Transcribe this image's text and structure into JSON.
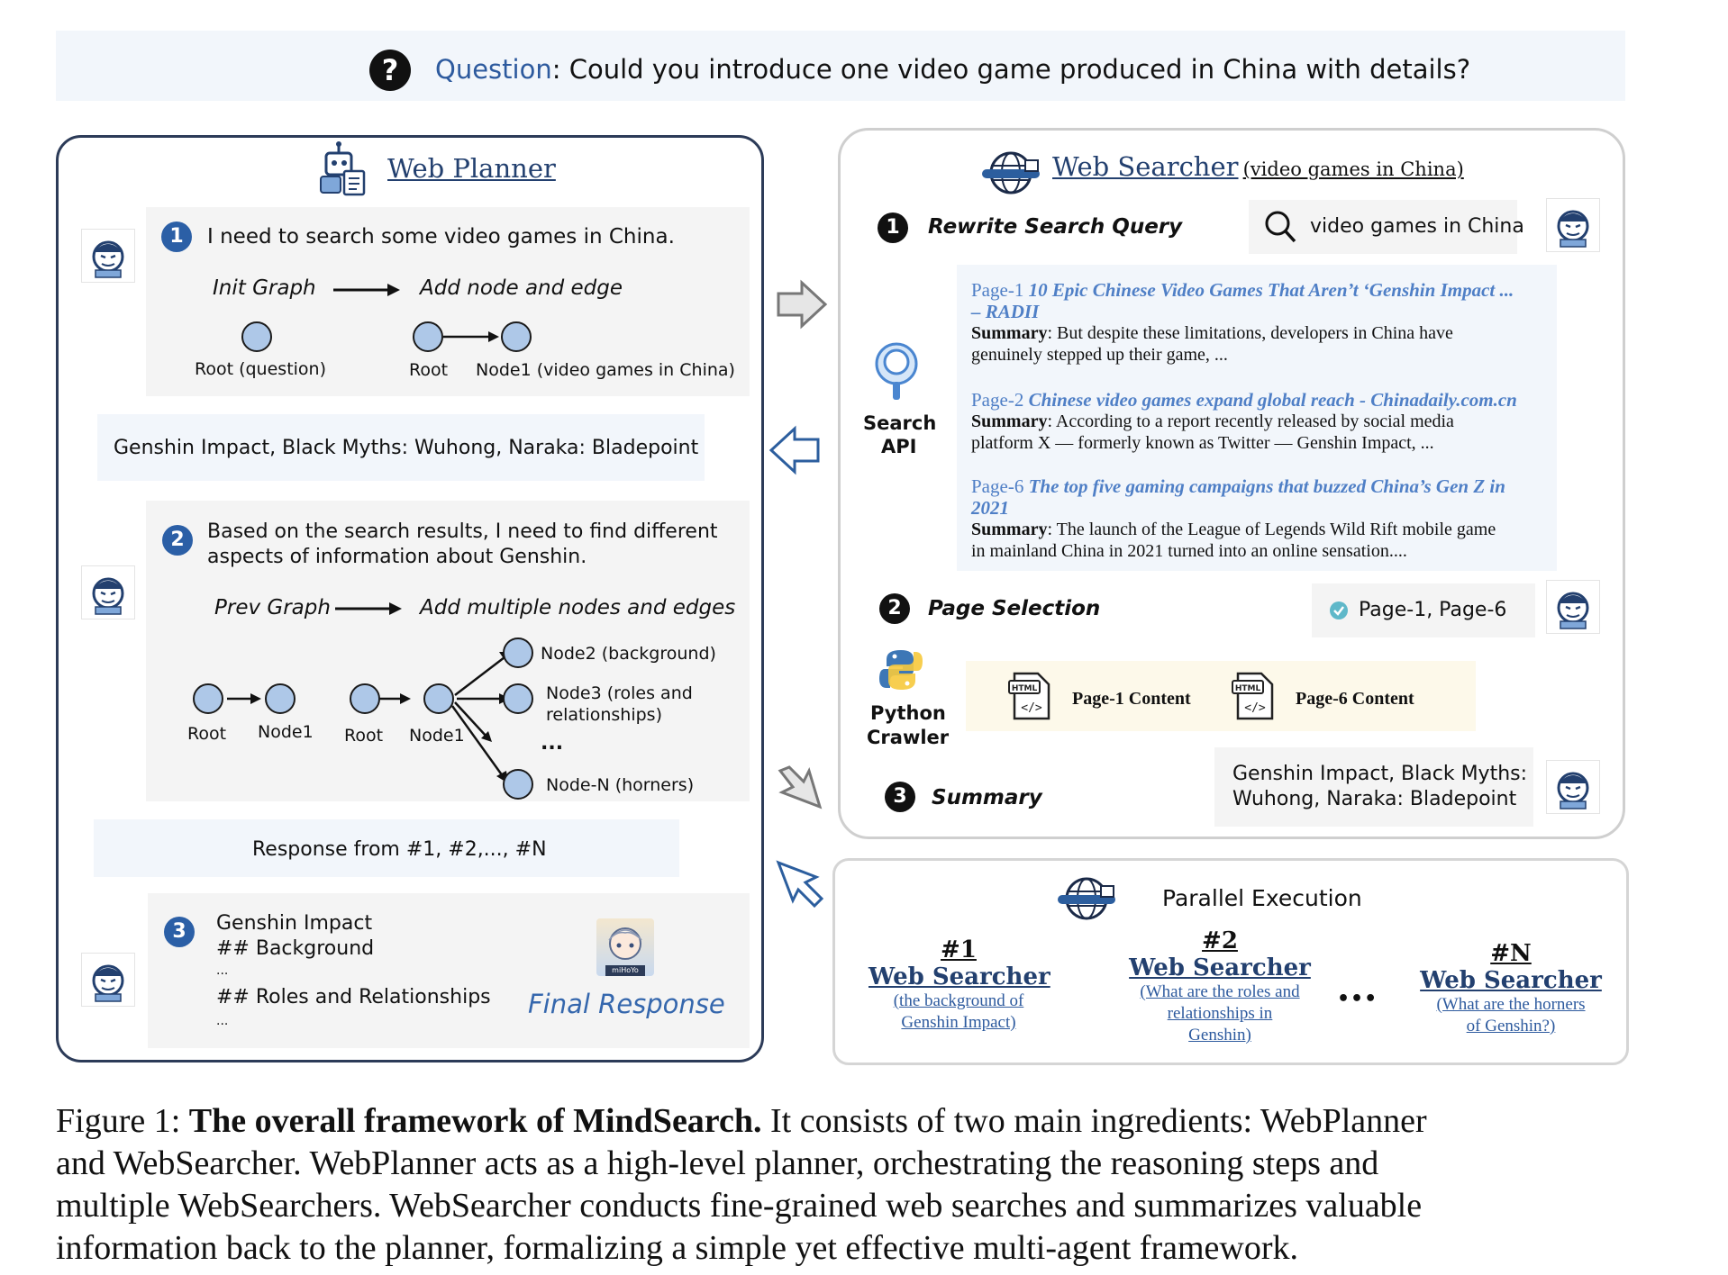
{
  "question": {
    "label": "Question",
    "text": ": Could you introduce one video game produced in China with details?"
  },
  "planner": {
    "title": "Web Planner",
    "step1": {
      "num": "1",
      "text": "I need to search some video games in China.",
      "from": "Init Graph",
      "to": "Add node and edge",
      "root_question": "Root (question)",
      "root": "Root",
      "node1": "Node1 (video games in China)"
    },
    "result1": "Genshin Impact, Black Myths: Wuhong, Naraka: Bladepoint",
    "step2": {
      "num": "2",
      "line1": "Based on the search results, I need to find different",
      "line2": "aspects of information about Genshin.",
      "from": "Prev Graph",
      "to": "Add multiple nodes and edges",
      "root_a": "Root",
      "node1_a": "Node1",
      "root_b": "Root",
      "node1_b": "Node1",
      "node2": "Node2 (background)",
      "node3_l1": "Node3 (roles and",
      "node3_l2": "relationships)",
      "ellipsis": "...",
      "nodeN": "Node-N (horners)"
    },
    "response": "Response from #1, #2,..., #N",
    "step3": {
      "num": "3",
      "l1": "Genshin Impact",
      "l2": "## Background",
      "l3": "...",
      "l4": "## Roles and Relationships",
      "l5": "...",
      "final": "Final Response",
      "thumb_text": "miHoYo"
    }
  },
  "searcher": {
    "title": "Web Searcher",
    "title_sub": "(video games in China)",
    "step1": {
      "num": "1",
      "label": "Rewrite Search Query",
      "query": "video games in China"
    },
    "search_api_l1": "Search",
    "search_api_l2": "API",
    "results": [
      {
        "page": "Page-1",
        "title_l1": "10 Epic Chinese Video Games That Aren’t ‘Genshin Impact ...",
        "title_l2": "– RADII",
        "sum_label": "Summary",
        "sum_l1": ": But despite these limitations, developers in China have",
        "sum_l2": "genuinely stepped up their game, ..."
      },
      {
        "page": "Page-2",
        "title_l1": "Chinese video games expand global reach - Chinadaily.com.cn",
        "title_l2": "",
        "sum_label": "Summary",
        "sum_l1": ": According to a report recently released by social media",
        "sum_l2": "platform X — formerly known as Twitter — Genshin Impact, ..."
      },
      {
        "page": "Page-6",
        "title_l1": "The top five gaming campaigns that buzzed China’s Gen Z in",
        "title_l2": "2021",
        "sum_label": "Summary",
        "sum_l1": ": The launch of the League of Legends Wild Rift mobile game",
        "sum_l2": "in mainland China in 2021 turned into an online sensation...."
      }
    ],
    "step2": {
      "num": "2",
      "label": "Page Selection",
      "selected": "Page-1, Page-6"
    },
    "crawler_l1": "Python",
    "crawler_l2": "Crawler",
    "html_tag": "HTML",
    "content1": "Page-1 Content",
    "content2": "Page-6 Content",
    "step3": {
      "num": "3",
      "label": "Summary",
      "text_l1": "Genshin Impact, Black Myths:",
      "text_l2": "Wuhong, Naraka: Bladepoint"
    }
  },
  "parallel": {
    "title": "Parallel Execution",
    "searchers": [
      {
        "num": "#1",
        "label": "Web Searcher",
        "sub": [
          "(the background of",
          "Genshin Impact)"
        ]
      },
      {
        "num": "#2",
        "label": "Web Searcher",
        "sub": [
          "(What are the roles and",
          "relationships in",
          "Genshin)"
        ]
      },
      {
        "num": "#N",
        "label": "Web Searcher",
        "sub": [
          "(What are the horners",
          "of Genshin?)"
        ]
      }
    ],
    "ellipsis": "•••"
  },
  "caption": {
    "prefix": "Figure 1: ",
    "bold": "The overall framework of MindSearch.",
    "rest1": " It consists of two main ingredients: WebPlanner",
    "l2": "and WebSearcher. WebPlanner acts as a high-level planner, orchestrating the reasoning steps and",
    "l3": "multiple WebSearchers. WebSearcher conducts fine-grained web searches and summarizes valuable",
    "l4": "information back to the planner, formalizing a simple yet effective multi-agent framework."
  },
  "colors": {
    "accent_blue": "#2b5fa6",
    "title_blue": "#23406f",
    "link_blue": "#4f7fc6",
    "node_fill": "#aec8e8",
    "panel_border": "#2c3b58"
  }
}
